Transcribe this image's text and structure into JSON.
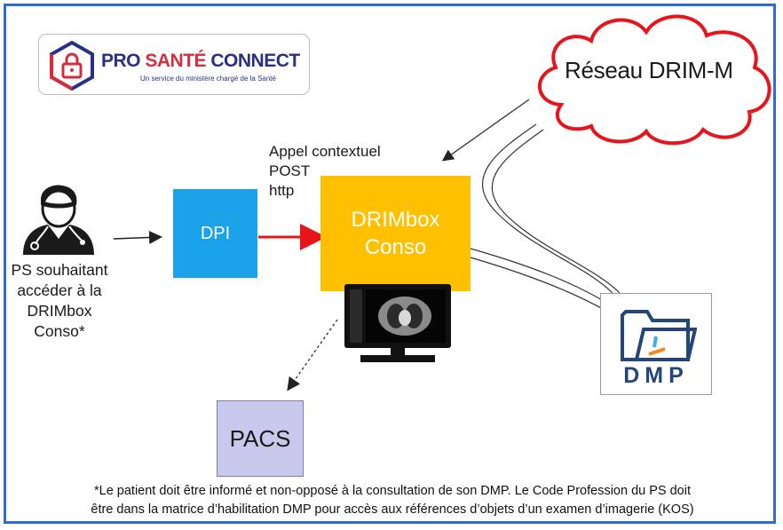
{
  "logo": {
    "name_part1": "PRO",
    "name_accent": "SANTÉ",
    "name_part2": "CONNECT",
    "tagline": "Un service du ministère chargé de la Santé"
  },
  "cloud": {
    "label": "Réseau DRIM-M"
  },
  "actor": {
    "label": "PS souhaitant\naccéder à la\nDRIMbox\nConso*"
  },
  "nodes": {
    "dpi": "DPI",
    "drimbox": "DRIMbox\nConso",
    "pacs": "PACS",
    "dmp": "DMP"
  },
  "edges": {
    "dpi_to_drimbox": "Appel contextuel\nPOST\nhttp"
  },
  "footnote": {
    "line1": "*Le patient doit être informé et non-opposé à la consultation de son DMP. Le Code Profession du PS doit",
    "line2": "être dans la matrice d’habilitation DMP pour accès aux références d’objets d’un examen d’imagerie (KOS)"
  },
  "colors": {
    "frame": "#2e6ccf",
    "dpi": "#1aa3e8",
    "drimbox": "#ffc000",
    "pacs": "#c9c9ee",
    "cloud_outline": "#e8141c",
    "http_arrow": "#e8141c",
    "dmp_text": "#22467a"
  }
}
